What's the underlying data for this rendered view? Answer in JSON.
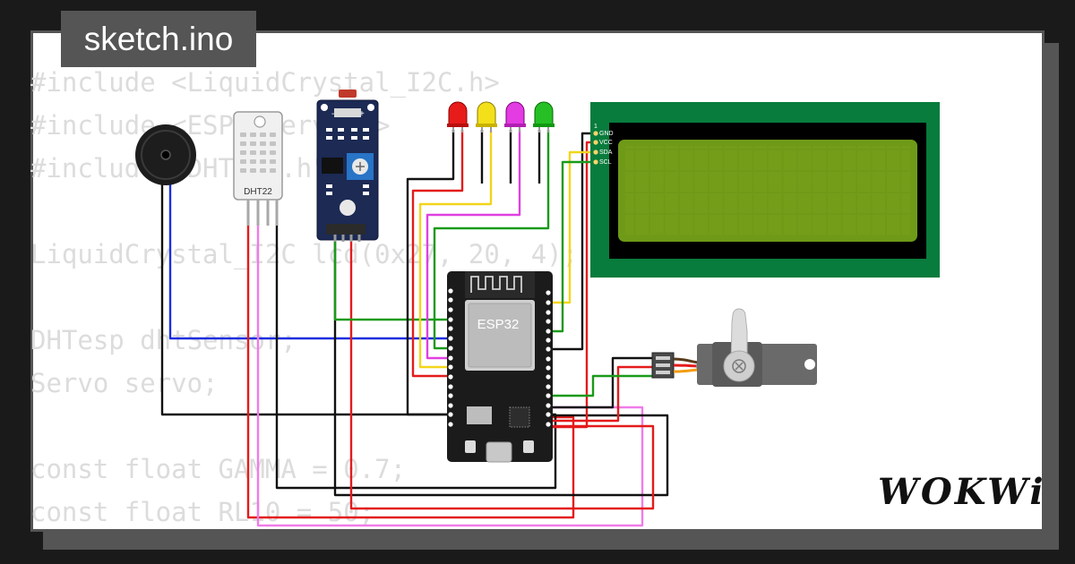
{
  "filename": "sketch.ino",
  "code_lines": [
    "#include <LiquidCrystal_I2C.h>",
    "#include <ESP32Servo.h>",
    "#include \"DHTesp.h\"",
    "",
    "LiquidCrystal_I2C lcd(0x27, 20, 4);",
    "",
    "DHTesp dhtSensor;",
    "Servo servo;",
    "",
    "const float GAMMA = 0.7;",
    "const float RL10 = 50;"
  ],
  "components": {
    "dht": {
      "label": "DHT22"
    },
    "esp32": {
      "label": "ESP32"
    },
    "lcd": {
      "pins": [
        "GND",
        "VCC",
        "SDA",
        "SCL"
      ],
      "pin1": "1"
    },
    "ldr_module": {
      "vcc_minus": "-",
      "vcc_plus": "+"
    }
  },
  "brand": "WOKWi",
  "colors": {
    "wire_red": "#e41b1b",
    "wire_yellow": "#f3d51a",
    "wire_magenta": "#e040e0",
    "wire_green": "#1a9a1a",
    "wire_blue": "#1a2ee0",
    "wire_black": "#111111",
    "wire_pink": "#f07ce8",
    "lcd_board": "#087c3c",
    "lcd_screen": "#6f9a17",
    "esp_board": "#1b1b1b"
  }
}
